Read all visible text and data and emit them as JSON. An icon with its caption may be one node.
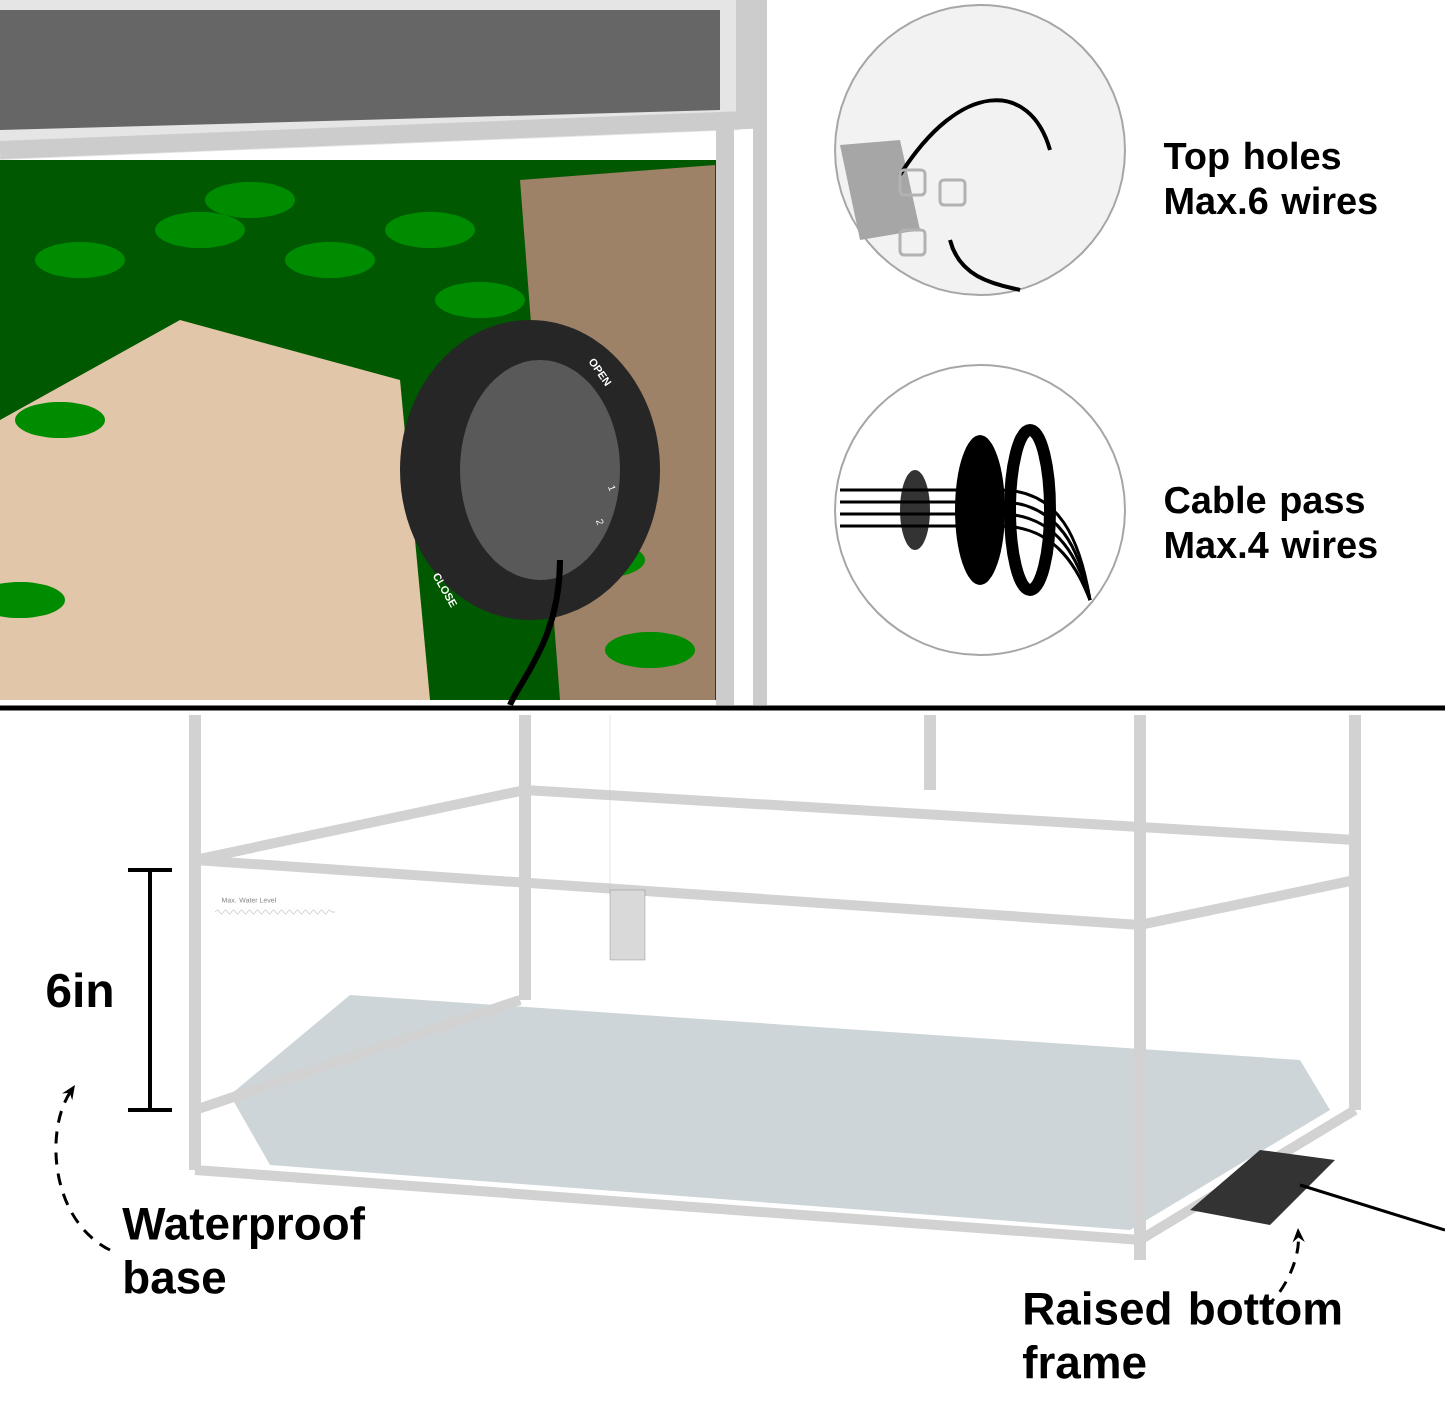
{
  "diagram": {
    "nodes": [
      {
        "text": [
          "Waterproof base"
        ]
      },
      {
        "text": [
          "Raised bottom frame"
        ]
      }
    ],
    "edges": [
      {
        "from": 0,
        "to": null,
        "arrow": "to",
        "style": "dashed"
      },
      {
        "from": 1,
        "to": null,
        "arrow": "to",
        "style": "dashed"
      }
    ],
    "labels": [
      "OPEN",
      "1",
      "2",
      "CLOSE",
      "Top holes Max.6 wires",
      "Cable pass Max.4 wires",
      "Max. Water Level",
      "6in"
    ]
  }
}
